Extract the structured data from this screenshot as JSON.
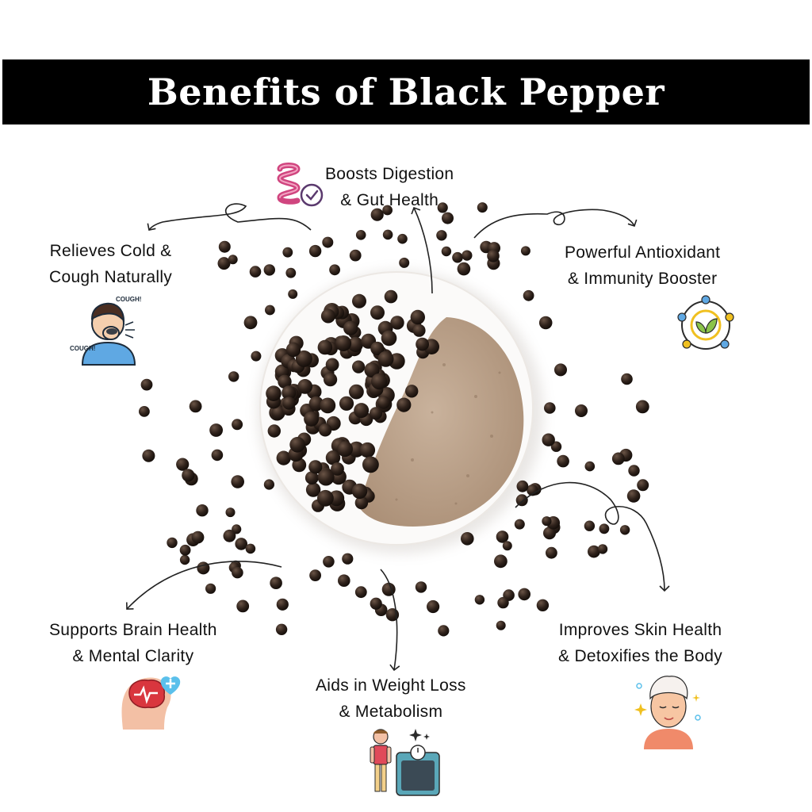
{
  "title": "Benefits of Black Pepper",
  "benefits": {
    "digestion": {
      "line1": "Boosts Digestion",
      "line2": "& Gut Health",
      "icon": "intestine-icon"
    },
    "cold": {
      "line1": "Relieves Cold &",
      "line2": "Cough Naturally",
      "icon": "coughing-person-icon",
      "bubble1": "COUGH!",
      "bubble2": "COUGH!"
    },
    "antioxidant": {
      "line1": "Powerful Antioxidant",
      "line2": "& Immunity Booster",
      "icon": "antioxidant-icon"
    },
    "brain": {
      "line1": "Supports Brain Health",
      "line2": "& Mental Clarity",
      "icon": "brain-health-icon"
    },
    "weight": {
      "line1": "Aids in Weight Loss",
      "line2": "& Metabolism",
      "icon": "weight-scale-icon"
    },
    "skin": {
      "line1": "Improves Skin Health",
      "line2": "& Detoxifies the Body",
      "icon": "skin-care-icon"
    }
  },
  "colors": {
    "title_bar": "#000000",
    "peppercorn": "#2b1e17",
    "powder": "#b59a82",
    "accent_pink": "#d0457f"
  }
}
